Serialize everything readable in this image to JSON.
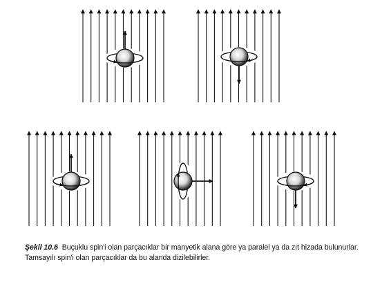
{
  "figure": {
    "panels": [
      {
        "id": "top-left",
        "row": "top",
        "spin": "up"
      },
      {
        "id": "top-right",
        "row": "top",
        "spin": "down"
      },
      {
        "id": "bottom-left",
        "row": "bottom",
        "spin": "up"
      },
      {
        "id": "bottom-middle",
        "row": "bottom",
        "spin": "sideways"
      },
      {
        "id": "bottom-right",
        "row": "bottom",
        "spin": "down"
      }
    ],
    "colors": {
      "ink": "#111111",
      "background": "#ffffff"
    }
  },
  "caption": {
    "label": "Şekil 10.6",
    "text": "Buçuklu spin'i olan parçacıklar bir manyetik alana göre ya paralel ya da zıt hizada bulunurlar. Tamsayılı spin'i olan parçacıklar da bu alanda dizilebilirler."
  }
}
